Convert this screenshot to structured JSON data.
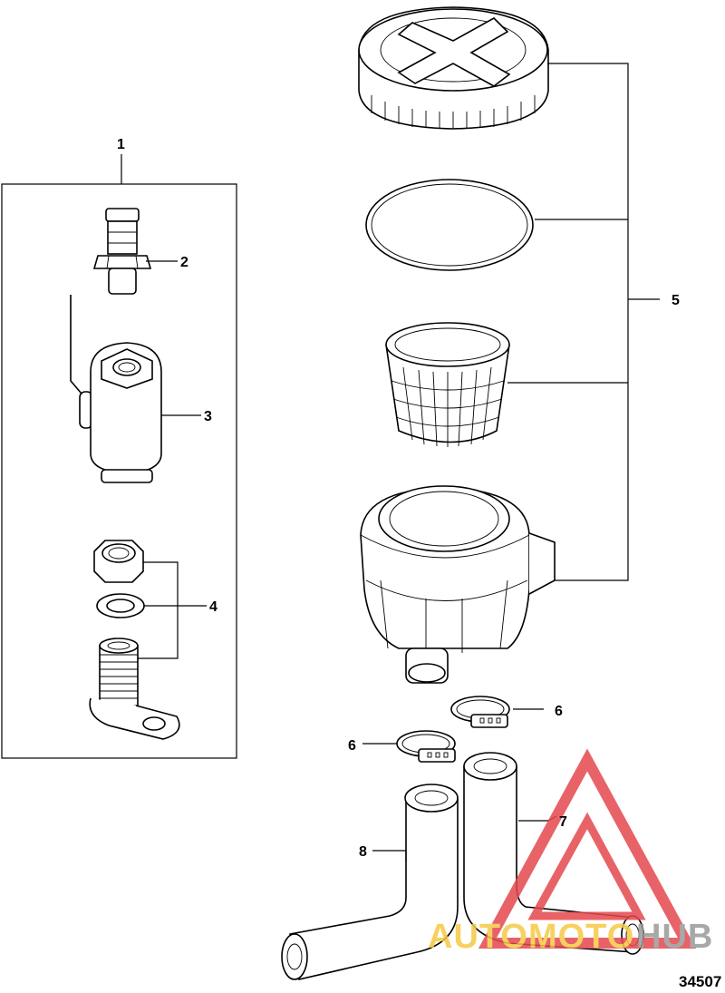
{
  "callouts": {
    "c1": "1",
    "c2": "2",
    "c3": "3",
    "c4": "4",
    "c5": "5",
    "c6a": "6",
    "c6b": "6",
    "c7": "7",
    "c8": "8"
  },
  "figure_number": "34507",
  "watermark": {
    "part_a": "AUTOMOTO",
    "part_b": "HUB",
    "color_a": "#f6c945",
    "color_b": "#9a9a9a",
    "logo_color": "#e5484d"
  }
}
